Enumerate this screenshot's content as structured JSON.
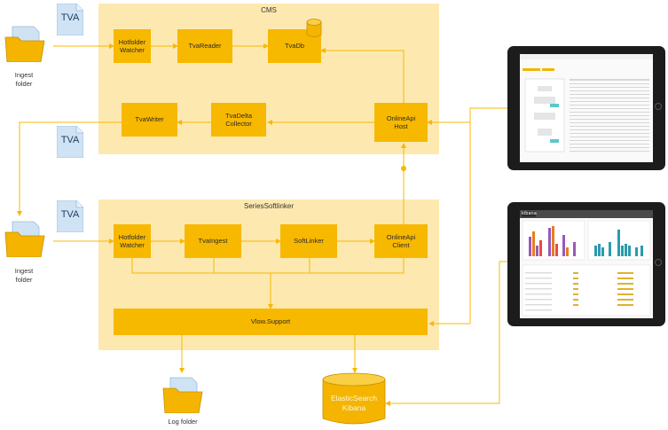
{
  "regions": {
    "cms": "CMS",
    "softlinker": "SeriesSoftlinker"
  },
  "cms": {
    "hotfolder_watcher": "Hotfolder\nWatcher",
    "tva_reader": "TvaReader",
    "tva_db": "TvaDb",
    "tva_writer": "TvaWriter",
    "tva_delta_collector": "TvaDelta\nCollector",
    "online_api_host": "OnlineApi\nHost"
  },
  "softlinker": {
    "hotfolder_watcher": "Hotfolder\nWatcher",
    "tva_ingest": "TvaIngest",
    "soft_linker": "SoftLinker",
    "online_api_client": "OnlineApi\nClient",
    "vlow_support": "Vlow.Support"
  },
  "files": {
    "tva_label": "TVA",
    "ingest_folder_1": "Ingest\nfolder",
    "ingest_folder_2": "Ingest\nfolder",
    "log_folder": "Log folder",
    "elasticsearch": "ElasticSearch\nKibana"
  },
  "tablets": {
    "kibana_logo": "kibana"
  },
  "colors": {
    "region": "#fde9b0",
    "box": "#f7b800",
    "arrow": "#f7b800",
    "doc": "#cfe3f5",
    "folder": "#f4b400"
  },
  "icons": [
    "document-icon",
    "folder-icon",
    "database-icon",
    "tablet-icon"
  ]
}
